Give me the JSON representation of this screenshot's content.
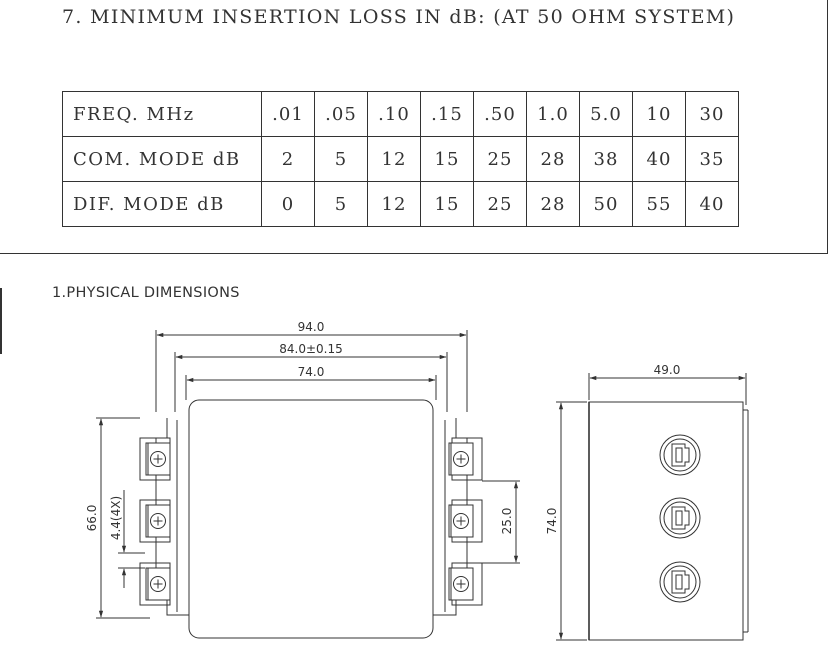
{
  "section7": {
    "title": "7. MINIMUM INSERTION LOSS IN dB: (AT 50 OHM SYSTEM)"
  },
  "loss_table": {
    "rows": [
      {
        "label": "FREQ. MHz",
        "values": [
          ".01",
          ".05",
          ".10",
          ".15",
          ".50",
          "1.0",
          "5.0",
          "10",
          "30"
        ]
      },
      {
        "label": "COM. MODE dB",
        "values": [
          "2",
          "5",
          "12",
          "15",
          "25",
          "28",
          "38",
          "40",
          "35"
        ]
      },
      {
        "label": "DIF. MODE dB",
        "values": [
          "0",
          "5",
          "12",
          "15",
          "25",
          "28",
          "50",
          "55",
          "40"
        ]
      }
    ]
  },
  "section1": {
    "title": "1.PHYSICAL DIMENSIONS"
  },
  "dimensions": {
    "d94": "94.0",
    "d84": "84.0±0.15",
    "d74_top": "74.0",
    "d66": "66.0",
    "d44": "4.4(4X)",
    "d25": "25.0",
    "d74_side": "74.0",
    "d49": "49.0"
  },
  "colors": {
    "line": "#333333",
    "background": "#ffffff"
  }
}
